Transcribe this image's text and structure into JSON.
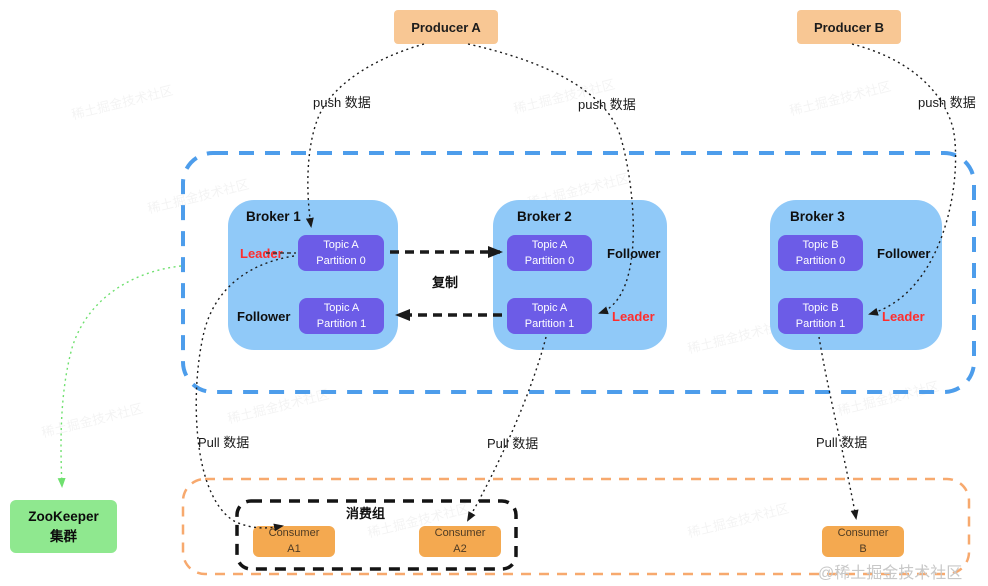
{
  "producers": {
    "a": "Producer A",
    "b": "Producer B"
  },
  "labels": {
    "push": "push 数据",
    "pull": "Pull 数据",
    "replicate": "复制",
    "consumer_group": "消费组"
  },
  "brokers": {
    "b1": {
      "title": "Broker 1",
      "role_top": "Leader",
      "role_bottom": "Follower",
      "p0": {
        "l1": "Topic A",
        "l2": "Partition 0"
      },
      "p1": {
        "l1": "Topic A",
        "l2": "Partition 1"
      }
    },
    "b2": {
      "title": "Broker 2",
      "role_top": "Follower",
      "role_bottom": "Leader",
      "p0": {
        "l1": "Topic A",
        "l2": "Partition 0"
      },
      "p1": {
        "l1": "Topic A",
        "l2": "Partition 1"
      }
    },
    "b3": {
      "title": "Broker 3",
      "role_top": "Follower",
      "role_bottom": "Leader",
      "p0": {
        "l1": "Topic B",
        "l2": "Partition 0"
      },
      "p1": {
        "l1": "Topic B",
        "l2": "Partition 1"
      }
    }
  },
  "zookeeper": {
    "l1": "ZooKeeper",
    "l2": "集群"
  },
  "consumers": {
    "a1": {
      "l1": "Consumer",
      "l2": "A1"
    },
    "a2": {
      "l1": "Consumer",
      "l2": "A2"
    },
    "b": {
      "l1": "Consumer",
      "l2": "B"
    }
  },
  "watermark": {
    "text": "@稀土掘金技术社区",
    "ghost": "稀土掘金技术社区"
  },
  "colors": {
    "producer_fill": "#F8C794",
    "consumer_fill": "#F4A950",
    "broker_fill": "#90C9F8",
    "partition_fill": "#6C5CE7",
    "zookeeper_fill": "#8FE88F",
    "cluster_border": "#4D9DEB",
    "consumer_container_border": "#F7A96E",
    "group_border": "#141414",
    "leader_red": "#FF2D2D",
    "arrow_black": "#1a1a1a",
    "arrow_green": "#6FE06F"
  }
}
